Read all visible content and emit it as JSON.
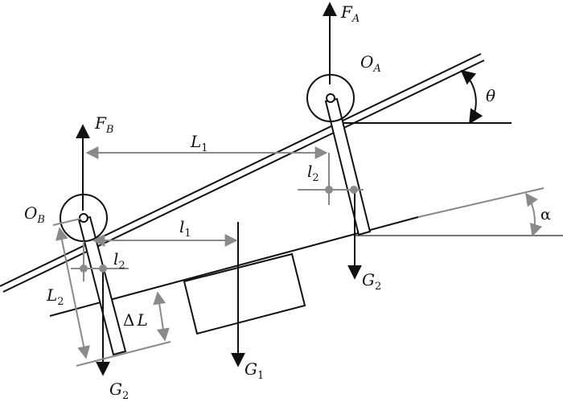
{
  "labels": {
    "FA": {
      "main": "F",
      "sub": "A"
    },
    "FB": {
      "main": "F",
      "sub": "B"
    },
    "OA": {
      "main": "O",
      "sub": "A"
    },
    "OB": {
      "main": "O",
      "sub": "B"
    },
    "theta": "θ",
    "alpha": "α",
    "L1": {
      "main": "L",
      "sub": "1"
    },
    "L2": {
      "main": "L",
      "sub": "2"
    },
    "l1": {
      "main": "l",
      "sub": "1"
    },
    "l2_top": {
      "main": "l",
      "sub": "2"
    },
    "l2_bottom": {
      "main": "l",
      "sub": "2"
    },
    "G1": {
      "main": "G",
      "sub": "1"
    },
    "G2_right": {
      "main": "G",
      "sub": "2"
    },
    "G2_left": {
      "main": "G",
      "sub": "2"
    },
    "deltaL": {
      "delta": "Δ",
      "main": "L"
    }
  },
  "colors": {
    "ink": "#111111",
    "dimension": "#8a8a8a",
    "background": "#ffffff"
  }
}
